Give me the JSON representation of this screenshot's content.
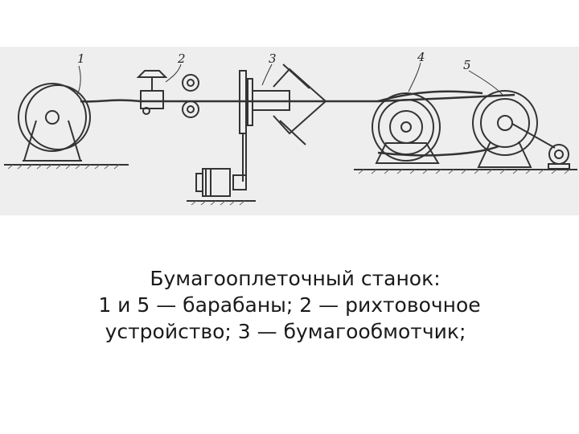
{
  "figure": {
    "labels": [
      "1",
      "2",
      "3",
      "4",
      "5"
    ]
  },
  "caption": {
    "line1": "Бумагооплеточный станок:",
    "line2": "1 и 5 — барабаны; 2 — рихтовочное",
    "line3": "устройство; 3 — бумагообмотчик;"
  }
}
